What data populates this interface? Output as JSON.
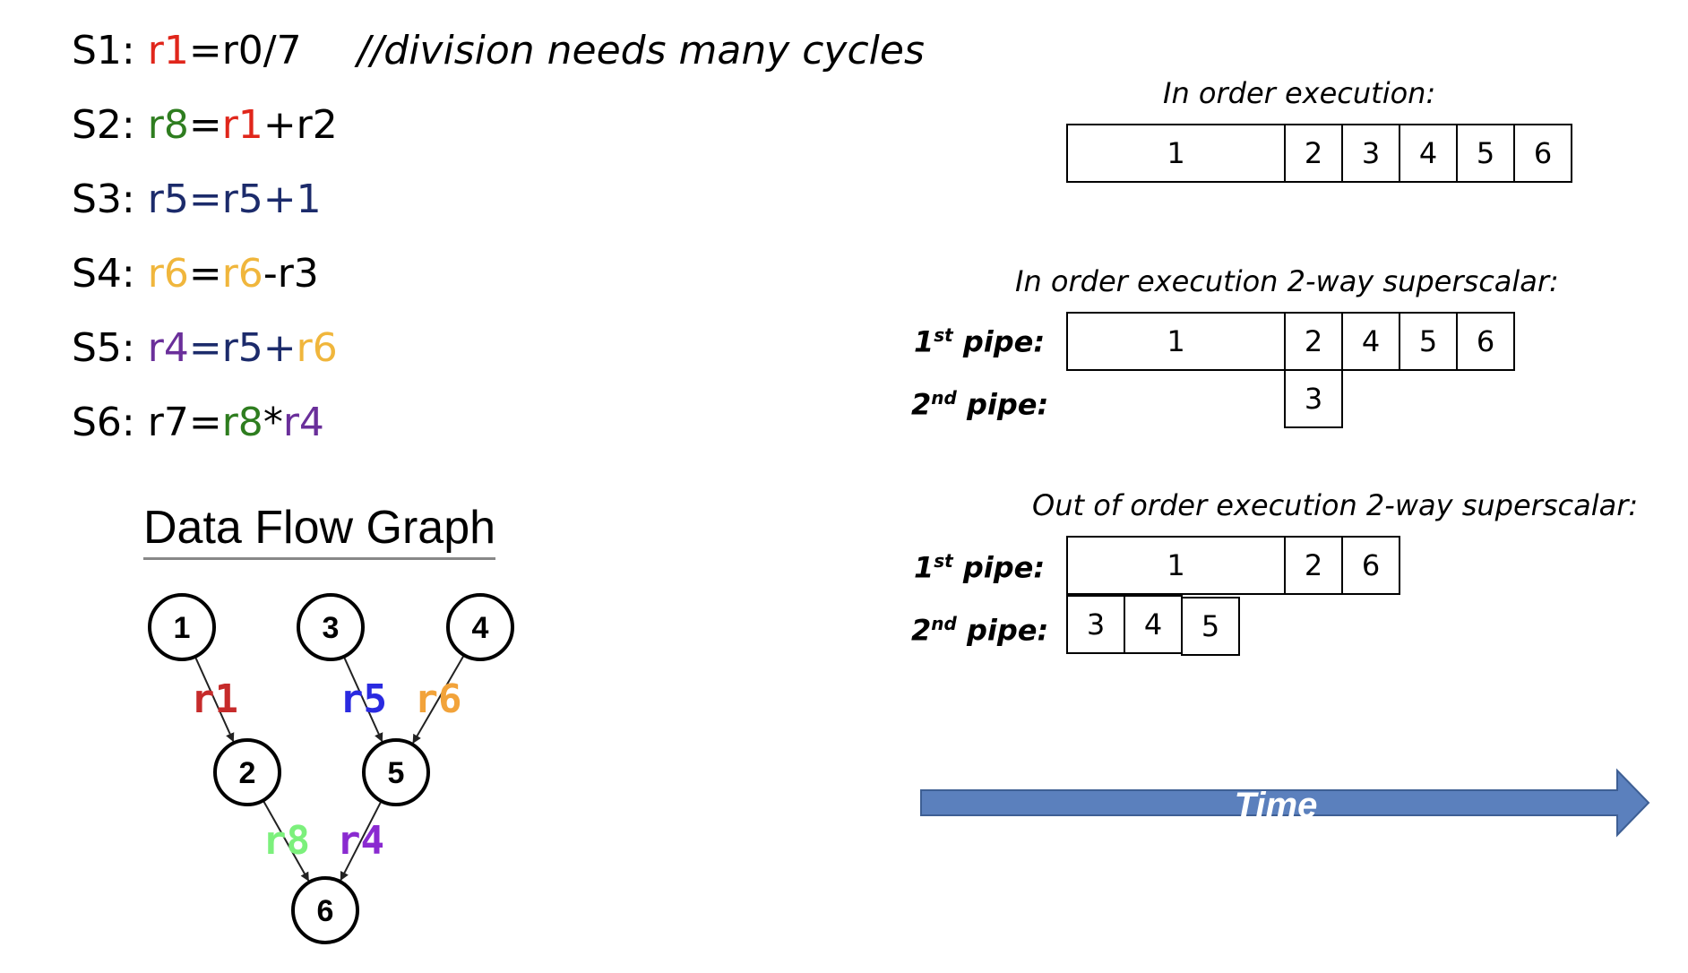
{
  "code_lines": [
    {
      "id": "s1",
      "label": "S1:",
      "dest": "r1",
      "expr": "=r0/7",
      "comment": "//division needs many cycles"
    },
    {
      "id": "s2",
      "label": "S2:",
      "dest": "r8",
      "eq": "=",
      "src1": "r1",
      "rest": "+r2"
    },
    {
      "id": "s3",
      "label": "S3:",
      "dest": "r5",
      "expr": "=r5+1"
    },
    {
      "id": "s4",
      "label": "S4:",
      "dest": "r6",
      "eq": "=",
      "src1": "r6",
      "rest": "-r3"
    },
    {
      "id": "s5",
      "label": "S5:",
      "dest": "r4",
      "expr": "=r5+",
      "src2": "r6"
    },
    {
      "id": "s6",
      "label": "S6:",
      "dest": "r7",
      "eq": "=",
      "src1": "r8",
      "op": "*",
      "src2": "r4"
    }
  ],
  "dataflow_graph": {
    "title": "Data Flow Graph",
    "nodes": [
      "1",
      "2",
      "3",
      "4",
      "5",
      "6"
    ],
    "edges": [
      {
        "from": "1",
        "to": "2",
        "label": "r1",
        "color": "#c62b2b"
      },
      {
        "from": "3",
        "to": "5",
        "label": "r5",
        "color": "#2a2ae0"
      },
      {
        "from": "4",
        "to": "5",
        "label": "r6",
        "color": "#f2a33a"
      },
      {
        "from": "2",
        "to": "6",
        "label": "r8",
        "color": "#7cf07c"
      },
      {
        "from": "5",
        "to": "6",
        "label": "r4",
        "color": "#8a2ad0"
      }
    ]
  },
  "sections": {
    "inorder": {
      "title": "In order execution:",
      "boxes": [
        "1",
        "2",
        "3",
        "4",
        "5",
        "6"
      ]
    },
    "inorder2": {
      "title": "In order execution 2-way superscalar:",
      "pipe1": {
        "label_num": "1",
        "label_sup": "st",
        "label_rest": " pipe:",
        "boxes": [
          "1",
          "2",
          "4",
          "5",
          "6"
        ]
      },
      "pipe2": {
        "label_num": "2",
        "label_sup": "nd",
        "label_rest": " pipe:",
        "boxes": [
          "3"
        ]
      }
    },
    "ooo2": {
      "title": "Out of order execution 2-way superscalar:",
      "pipe1": {
        "label_num": "1",
        "label_sup": "st",
        "label_rest": " pipe:",
        "boxes": [
          "1",
          "2",
          "6"
        ]
      },
      "pipe2": {
        "label_num": "2",
        "label_sup": "nd",
        "label_rest": " pipe:",
        "boxes": [
          "3",
          "4",
          "5"
        ]
      }
    }
  },
  "time_arrow": {
    "label": "Time",
    "color": "#5b80bd"
  }
}
